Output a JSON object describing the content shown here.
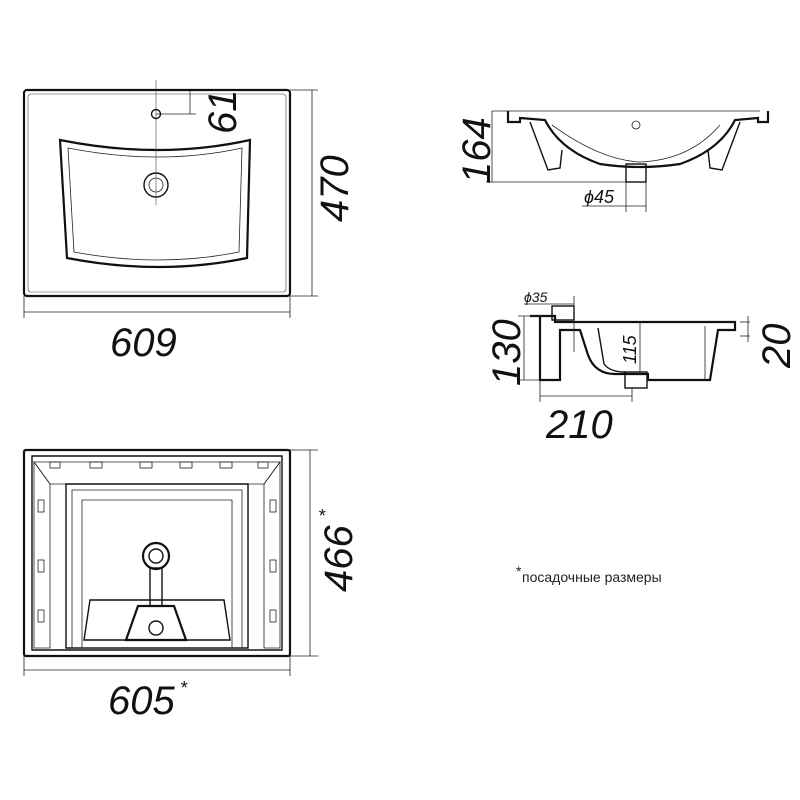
{
  "top_view": {
    "width": "609",
    "depth": "470",
    "tap_hole_offset": "61"
  },
  "side_view": {
    "height": "164",
    "drain_diameter": "ϕ45"
  },
  "section_view": {
    "overflow_diameter": "ϕ35",
    "height": "130",
    "bowl_depth": "115",
    "rim": "20",
    "length": "210"
  },
  "bottom_view": {
    "width": "605",
    "depth": "466",
    "asterisk": "*"
  },
  "note": {
    "mark": "*",
    "text": "посадочные размеры"
  },
  "colors": {
    "line": "#111111",
    "fill": "#ffffff"
  }
}
